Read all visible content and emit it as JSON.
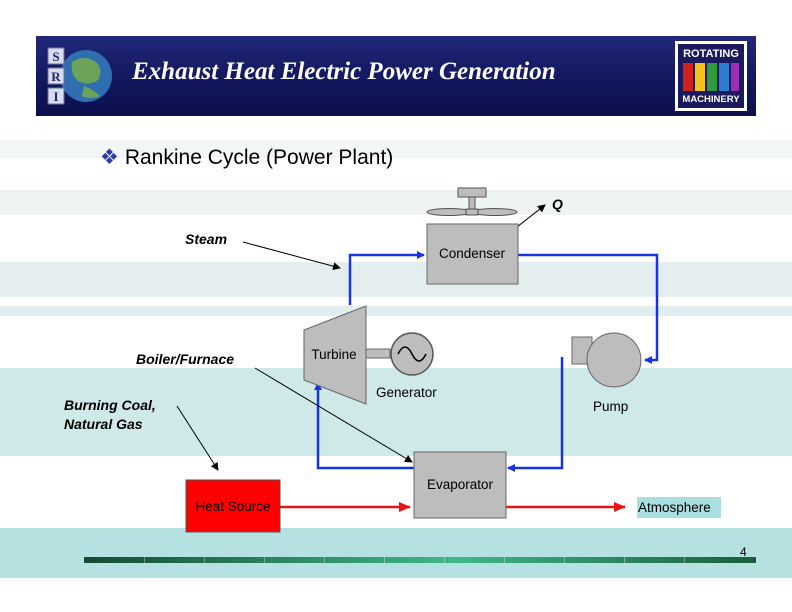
{
  "header": {
    "title": "Exhaust Heat Electric Power Generation",
    "logo_left": "SRI",
    "logo_right_line1": "ROTATING",
    "logo_right_line2": "MACHINERY"
  },
  "slide": {
    "bullet_icon": "diamond-bullet-icon",
    "subtitle": "Rankine Cycle (Power Plant)",
    "page_number": "4"
  },
  "diagram": {
    "labels": {
      "steam": "Steam",
      "boiler": "Boiler/Furnace",
      "fuel_line1": "Burning Coal,",
      "fuel_line2": "Natural Gas",
      "q": "Q"
    },
    "components": {
      "condenser": "Condenser",
      "turbine": "Turbine",
      "generator": "Generator",
      "pump": "Pump",
      "evaporator": "Evaporator",
      "heat_source": "Heat Source",
      "atmosphere": "Atmosphere"
    },
    "colors": {
      "flow": "#1733e6",
      "heat": "#e81414",
      "component": "#bdbdbd",
      "heat_source": "#ff0000",
      "atmosphere_bg": "#a9dfe0",
      "header_bg": "#151a63"
    }
  }
}
